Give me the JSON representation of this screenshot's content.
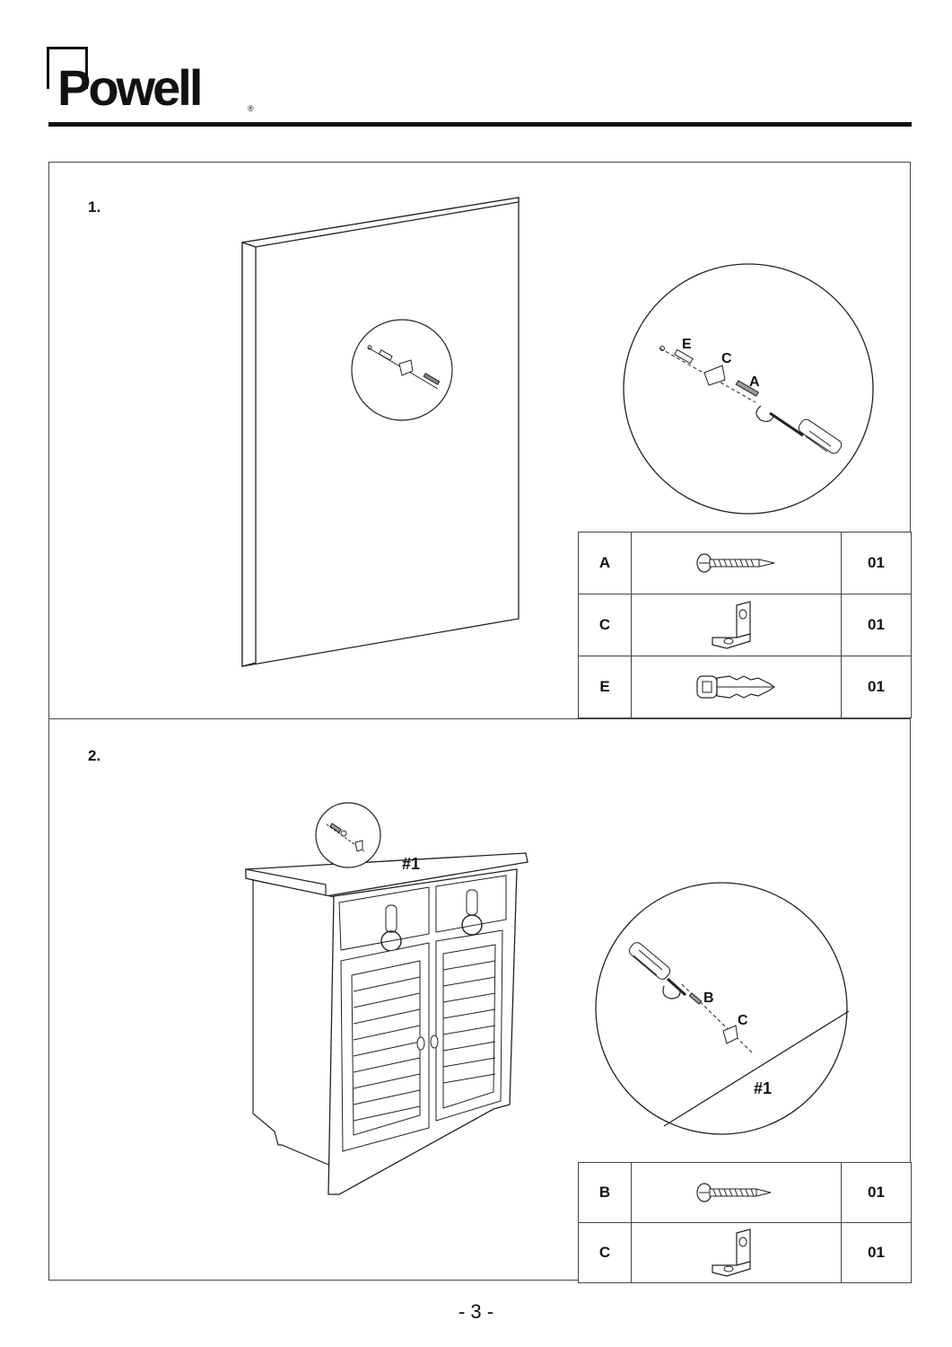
{
  "brand": {
    "name": "Powell",
    "registered": "®"
  },
  "steps": [
    {
      "number": "1.",
      "callout_labels": {
        "anchor": "E",
        "bracket": "C",
        "screw": "A"
      },
      "parts": [
        {
          "letter": "A",
          "icon": "screw-icon",
          "qty": "01"
        },
        {
          "letter": "C",
          "icon": "l-bracket-icon",
          "qty": "01"
        },
        {
          "letter": "E",
          "icon": "wall-anchor-icon",
          "qty": "01"
        }
      ]
    },
    {
      "number": "2.",
      "cabinet_label": "#1",
      "callout_labels": {
        "screw": "B",
        "bracket": "C",
        "target": "#1"
      },
      "parts": [
        {
          "letter": "B",
          "icon": "screw-icon",
          "qty": "01"
        },
        {
          "letter": "C",
          "icon": "l-bracket-icon",
          "qty": "01"
        }
      ]
    }
  ],
  "footer": {
    "page": "- 3 -"
  }
}
